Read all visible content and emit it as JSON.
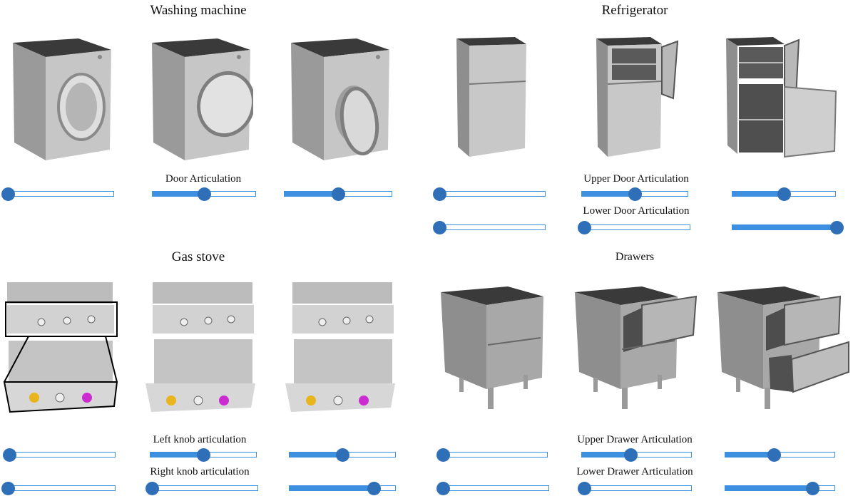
{
  "sections": {
    "washing_machine": {
      "title": "Washing machine",
      "row_labels": [
        "Door Articulation"
      ],
      "slider_values": [
        [
          0.0,
          0.5,
          0.5
        ]
      ]
    },
    "refrigerator": {
      "title": "Refrigerator",
      "row_labels": [
        "Upper Door Articulation",
        "Lower Door Articulation"
      ],
      "slider_values": [
        [
          0.0,
          0.5,
          0.5
        ],
        [
          0.0,
          0.0,
          1.0
        ]
      ]
    },
    "gas_stove": {
      "title": "Gas stove",
      "row_labels": [
        "Left knob articulation",
        "Right knob articulation"
      ],
      "slider_values": [
        [
          0.0,
          0.5,
          0.5
        ],
        [
          0.0,
          0.0,
          0.8
        ]
      ]
    },
    "drawers": {
      "title": "Drawers",
      "row_labels": [
        "Upper Drawer Articulation",
        "Lower Drawer Articulation"
      ],
      "slider_values": [
        [
          0.0,
          0.45,
          0.45
        ],
        [
          0.0,
          0.0,
          0.8
        ]
      ]
    }
  },
  "colors": {
    "slider_accent": "#3d8fe0",
    "slider_thumb": "#2f6fb8",
    "knob_left": "#e8b51c",
    "knob_right": "#cc2bd1"
  }
}
